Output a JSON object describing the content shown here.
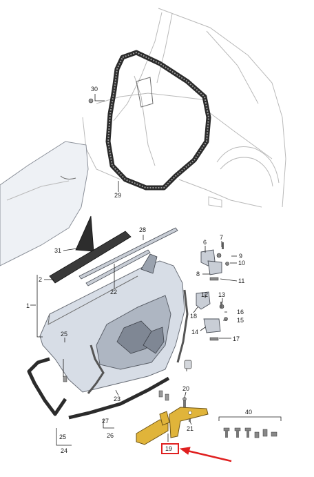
{
  "labels": {
    "p1": "1",
    "p2": "2",
    "p6": "6",
    "p7": "7",
    "p8": "8",
    "p9": "9",
    "p10": "10",
    "p11": "11",
    "p12": "12",
    "p13": "13",
    "p14": "14",
    "p15": "15",
    "p16": "16",
    "p17": "17",
    "p18": "18",
    "p19": "19",
    "p20": "20",
    "p21": "21",
    "p22": "22",
    "p23": "23",
    "p24": "24",
    "p25a": "25",
    "p25b": "25",
    "p26": "26",
    "p27": "27",
    "p28": "28",
    "p29": "29",
    "p30": "30",
    "p31": "31",
    "p40": "40"
  },
  "highlight": {
    "part": "19",
    "color": "#e02020"
  },
  "colors": {
    "panel": "#d7dde6",
    "seal": "#2b2b2b",
    "gold_part": "#e0b43a"
  }
}
